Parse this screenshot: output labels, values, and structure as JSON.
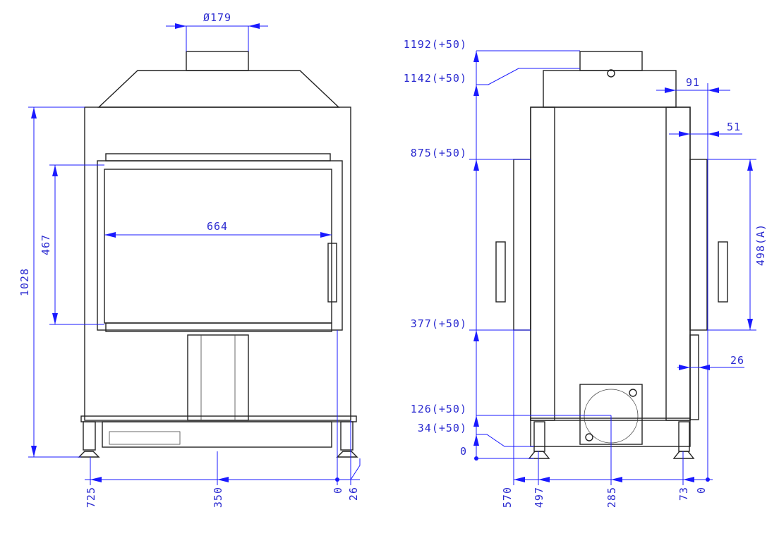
{
  "front_view": {
    "flue_diameter": "Ø179",
    "height_total": "1028",
    "glass_height": "467",
    "glass_width": "664",
    "bottom_dims": [
      "725",
      "350",
      "0",
      "26"
    ]
  },
  "side_view": {
    "heights": [
      "1192(+50)",
      "1142(+50)",
      "875(+50)",
      "377(+50)",
      "126(+50)",
      "34(+50)",
      "0"
    ],
    "offset_top": "91",
    "offset_side": "51",
    "door_height": "498(A)",
    "offset_lower": "26",
    "bottom_dims": [
      "570",
      "497",
      "285",
      "73",
      "0"
    ]
  },
  "colors": {
    "dimension": "#1a1aff",
    "outline": "#222222"
  }
}
